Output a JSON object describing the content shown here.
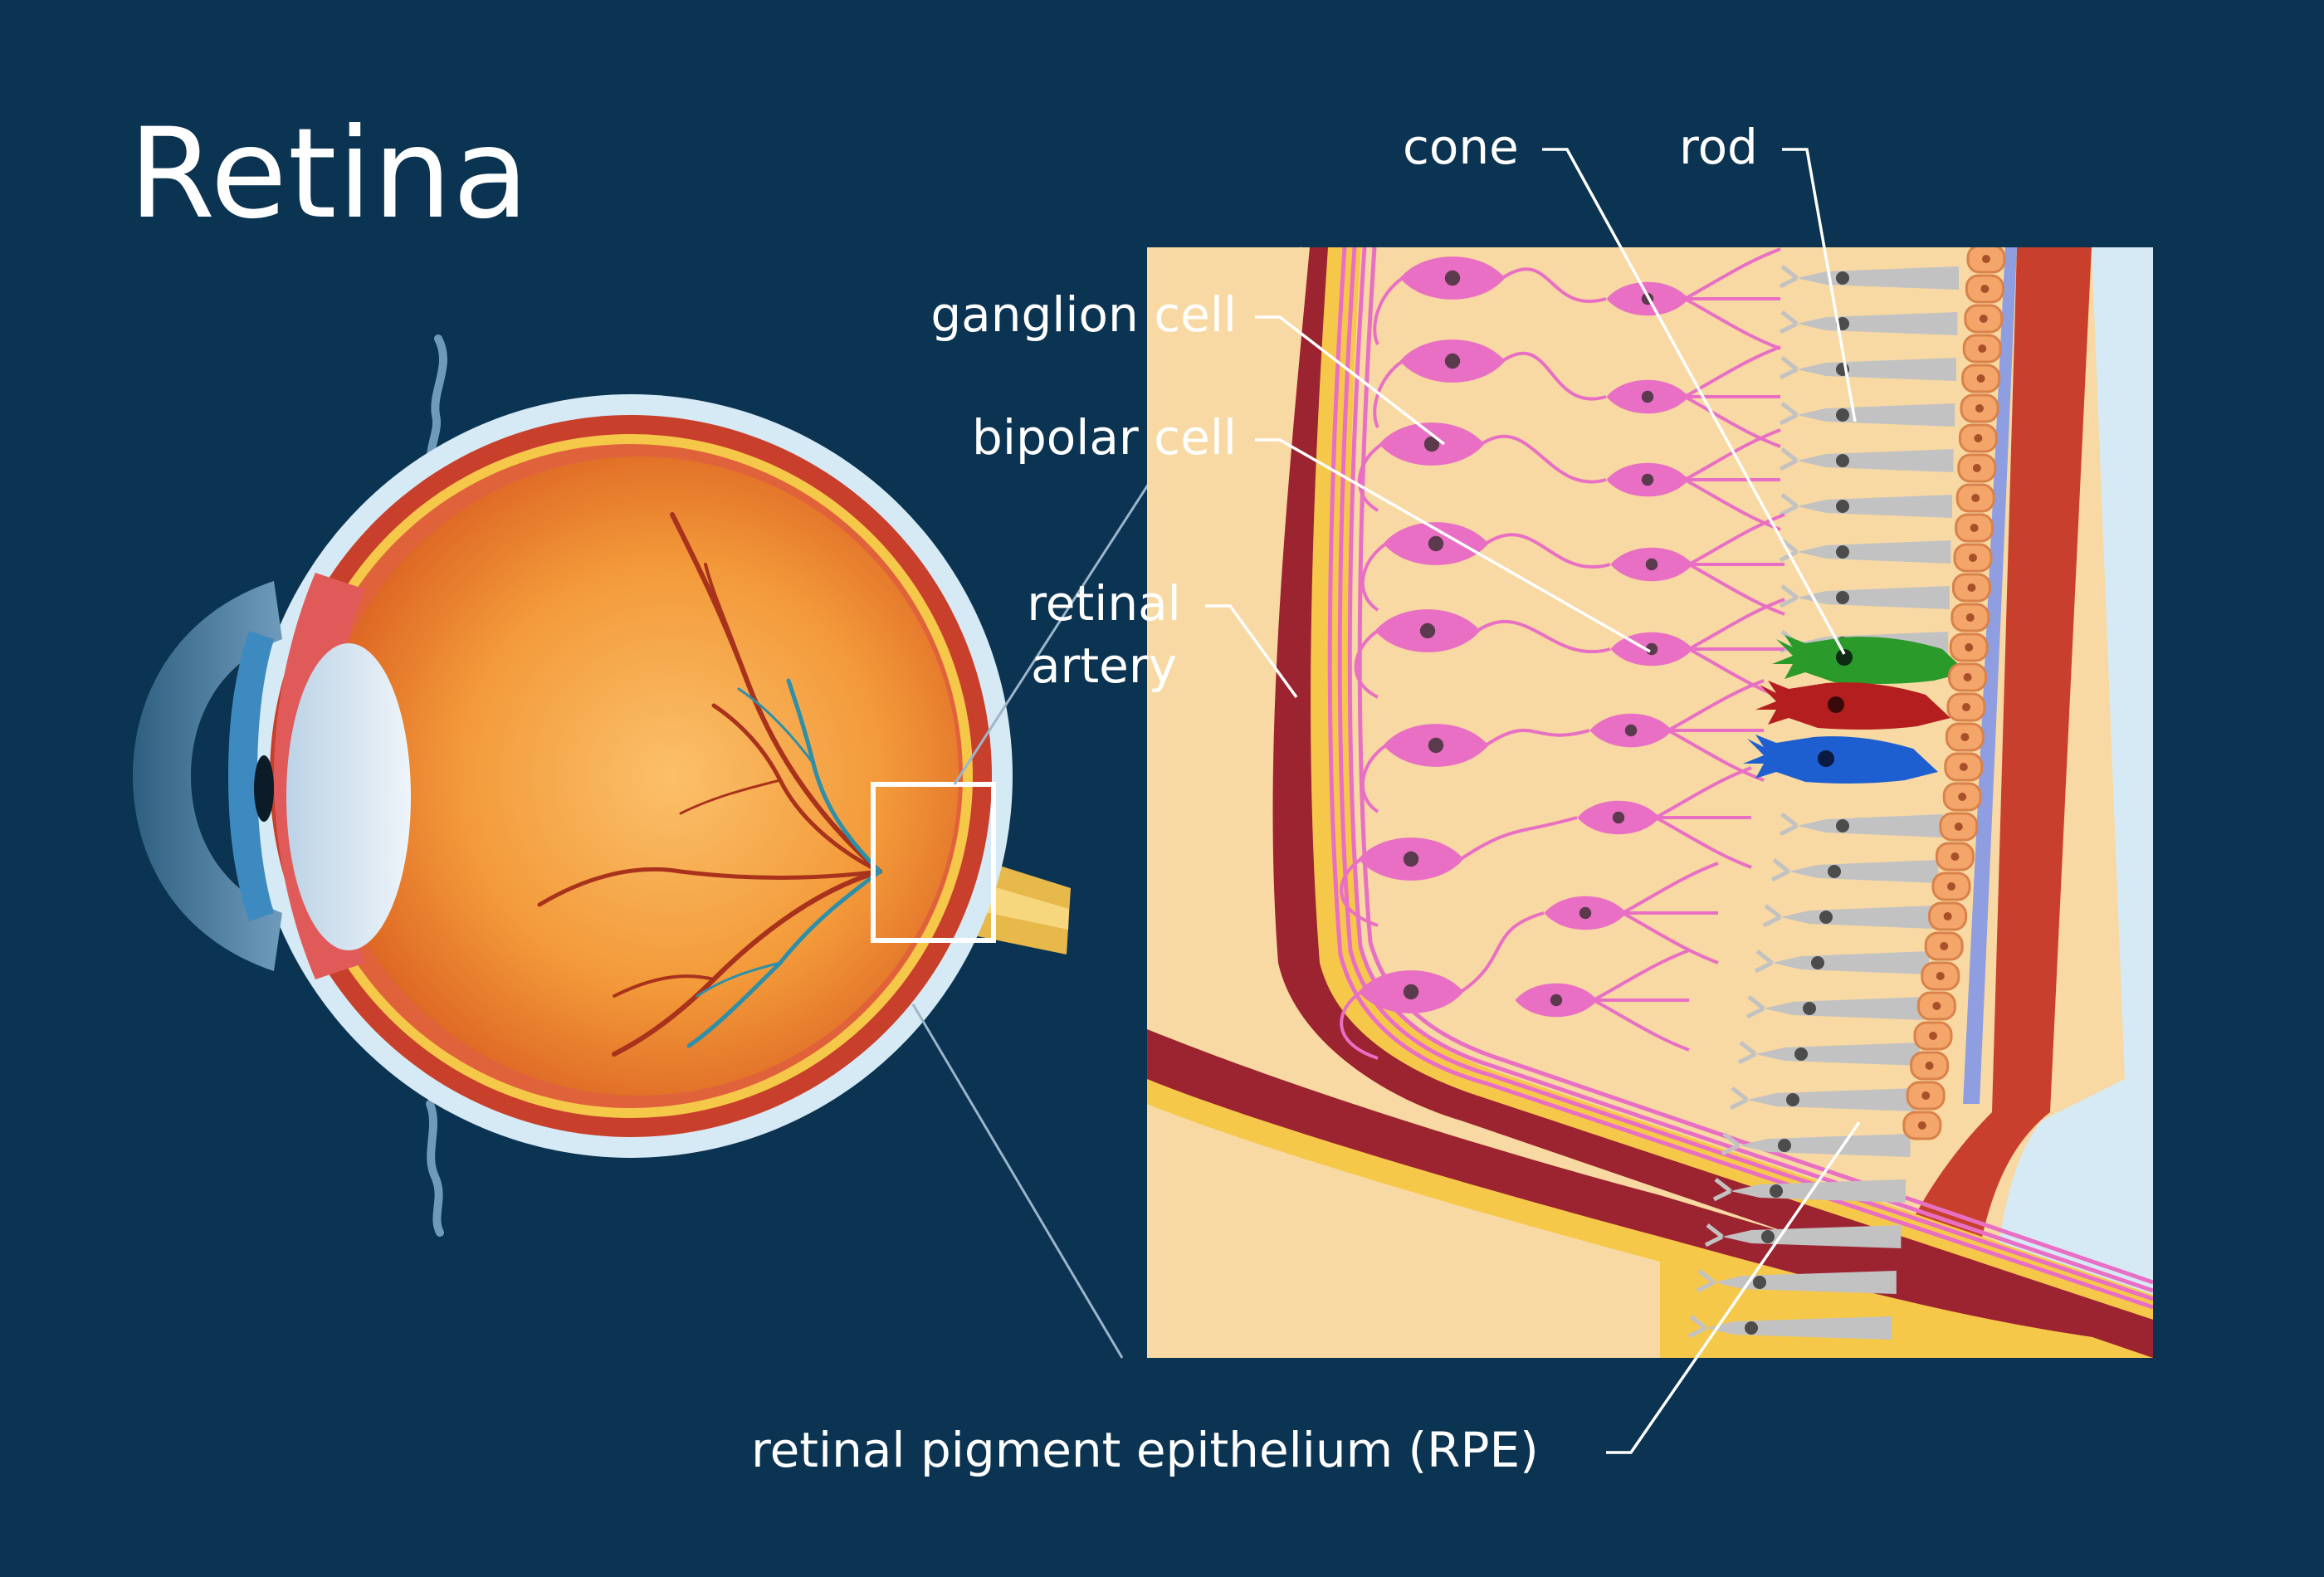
{
  "title": "Retina",
  "labels": {
    "cone": "cone",
    "rod": "rod",
    "ganglion_cell": "ganglion cell",
    "bipolar_cell": "bipolar cell",
    "retinal_artery_line1": "retinal",
    "retinal_artery_line2": "artery",
    "rpe": "retinal pigment epithelium (RPE)"
  },
  "colors": {
    "background": "#0b3352",
    "text": "#ffffff",
    "retina_bg": "#fae3b0",
    "neuron": "#e86fc4",
    "rod": "#c2c2c2",
    "cone_green": "#2a9a2a",
    "cone_red": "#b41e1e",
    "cone_blue": "#1d5fd0",
    "rpe": "#f3a56a",
    "choroid": "#c8402c",
    "sclera": "#d6eaf5",
    "eye_outer": "#e4f0f8",
    "eye_interior": "#f5a03a",
    "iris": "#3d8ac0"
  }
}
